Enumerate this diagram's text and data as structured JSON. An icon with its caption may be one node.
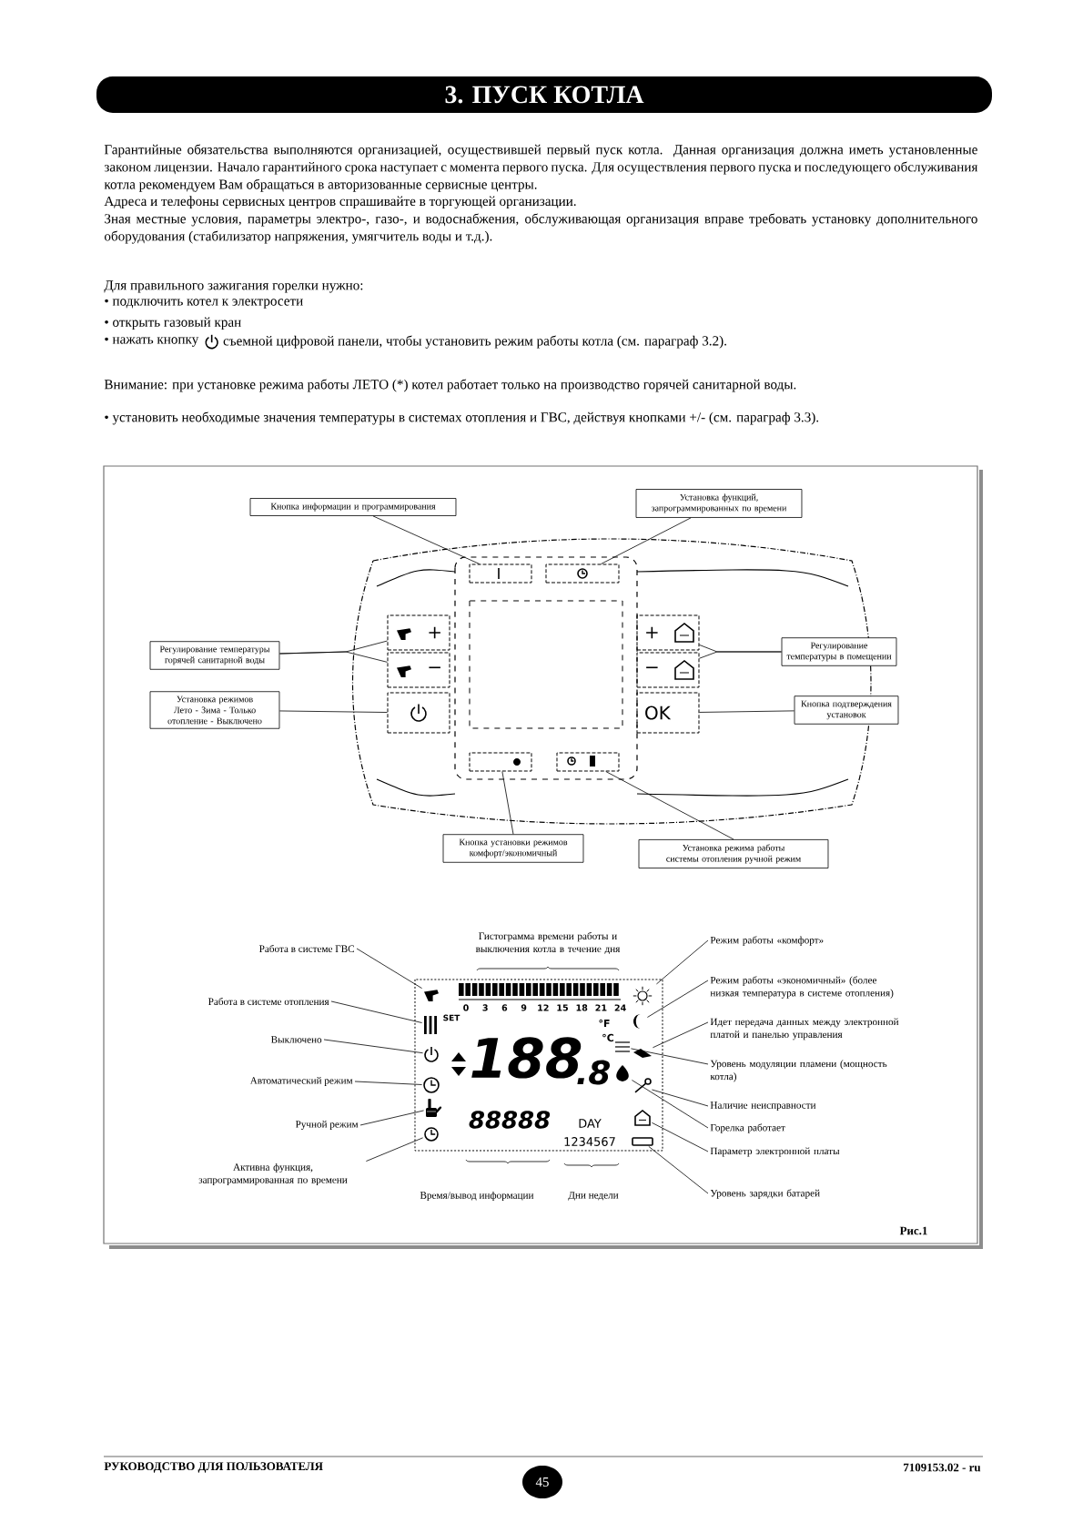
{
  "diagram": {
    "title": "3. ПУСК КОТЛА",
    "nodes": [
      {
        "text": [
          "Кнопка информации и программирования"
        ]
      },
      {
        "text": [
          "Установка функций, запрограммированных по времени"
        ]
      },
      {
        "text": [
          "Регулирование температуры горячей санитарной воды"
        ]
      },
      {
        "text": [
          "Установка режимов Лето - Зима - Только отопление - Выключено"
        ]
      },
      {
        "text": [
          "Регулирование температуры в помещении"
        ]
      },
      {
        "text": [
          "Кнопка подтверждения установок"
        ]
      },
      {
        "text": [
          "Кнопка установки режимов комфорт/экономичный"
        ]
      },
      {
        "text": [
          "Установка режима работы системы отопления ручной режим"
        ]
      },
      {
        "text": [
          "Работа в системе ГВС"
        ]
      },
      {
        "text": [
          "Работа в системе отопления"
        ]
      },
      {
        "text": [
          "Выключено"
        ]
      },
      {
        "text": [
          "Автоматический режим"
        ]
      },
      {
        "text": [
          "Ручной режим"
        ]
      },
      {
        "text": [
          "Активна функция, запрограммированная по времени"
        ]
      },
      {
        "text": [
          "Режим работы «комфорт»"
        ]
      },
      {
        "text": [
          "Режим работы «экономичный» (более низкая температура в системе отопления)"
        ]
      },
      {
        "text": [
          "Идет передача данных между электронной платой и панелью управления"
        ]
      },
      {
        "text": [
          "Уровень модуляции пламени (мощность котла)"
        ]
      },
      {
        "text": [
          "Наличие неисправности"
        ]
      },
      {
        "text": [
          "Горелка работает"
        ]
      },
      {
        "text": [
          "Параметр электронной платы"
        ]
      },
      {
        "text": [
          "Уровень зарядки батарей"
        ]
      },
      {
        "text": [],
        "shape": "box"
      },
      {
        "text": [],
        "shape": "box"
      },
      {
        "text": [
          "+"
        ]
      },
      {
        "text": [
          "+"
        ]
      },
      {
        "text": [
          "−"
        ]
      },
      {
        "text": [
          "−"
        ]
      },
      {
        "text": [],
        "shape": "box"
      },
      {
        "text": [
          "OK"
        ]
      },
      {
        "text": [],
        "shape": "box"
      },
      {
        "text": [],
        "shape": "box"
      },
      {
        "text": [],
        "shape": "picture"
      },
      {
        "text": [],
        "shape": "picture"
      },
      {
        "text": [],
        "shape": "picture"
      },
      {
        "text": [],
        "shape": "picture"
      },
      {
        "text": [],
        "shape": "picture"
      },
      {
        "text": [],
        "shape": "picture"
      },
      {
        "text": [],
        "shape": "picture"
      },
      {
        "text": [],
        "shape": "picture"
      },
      {
        "text": [],
        "shape": "picture"
      },
      {
        "text": [],
        "shape": "picture"
      },
      {
        "text": [],
        "shape": "picture"
      },
      {
        "text": [],
        "shape": "picture"
      },
      {
        "text": [],
        "shape": "picture"
      },
      {
        "text": [],
        "shape": "box"
      }
    ],
    "edges": [
      {
        "from": 0,
        "to": 22,
        "arrow": "none"
      },
      {
        "from": 1,
        "to": 23,
        "arrow": "none"
      },
      {
        "from": 2,
        "to": 24,
        "arrow": "none"
      },
      {
        "from": 2,
        "to": 26,
        "arrow": "none"
      },
      {
        "from": 3,
        "to": 28,
        "arrow": "none"
      },
      {
        "from": 4,
        "to": 25,
        "arrow": "none"
      },
      {
        "from": 4,
        "to": 27,
        "arrow": "none"
      },
      {
        "from": 5,
        "to": 29,
        "arrow": "none"
      },
      {
        "from": 6,
        "to": 30,
        "arrow": "none"
      },
      {
        "from": 7,
        "to": 31,
        "arrow": "none"
      },
      {
        "from": 8,
        "to": 32,
        "arrow": "none"
      },
      {
        "from": 9,
        "to": 33,
        "arrow": "none"
      },
      {
        "from": 10,
        "to": 34,
        "arrow": "none"
      },
      {
        "from": 11,
        "to": 35,
        "arrow": "none"
      },
      {
        "from": 12,
        "to": 36,
        "arrow": "none"
      },
      {
        "from": 13,
        "to": 37,
        "arrow": "none"
      },
      {
        "from": 14,
        "to": 38,
        "arrow": "none"
      },
      {
        "from": 15,
        "to": 39,
        "arrow": "none"
      },
      {
        "from": 16,
        "to": 40,
        "arrow": "none"
      },
      {
        "from": 17,
        "to": 41,
        "arrow": "none"
      },
      {
        "from": 18,
        "to": 42,
        "arrow": "none"
      },
      {
        "from": 19,
        "to": 43,
        "arrow": "none"
      },
      {
        "from": 20,
        "to": 44,
        "arrow": "none"
      },
      {
        "from": 21,
        "to": 45,
        "arrow": "none"
      }
    ],
    "labels": [
      "Гарантийные обязательства выполняются организацией, осуществившей первый пуск котла. Данная организация должна иметь установленные законом лицензии. Начало гарантийного срока наступает с момента первого пуска. Для осуществления первого пуска и последующего обслуживания котла рекомендуем Вам обращаться в авторизованные сервисные центры.",
      "Адреса и телефоны сервисных центров спрашивайте в торгующей организации.",
      "Зная местные условия, параметры электро-, газо-, и водоснабжения, обслуживающая организация вправе требовать установку дополнительного оборудования (стабилизатор напряжения, умягчитель воды и т.д.).",
      "Для правильного зажигания горелки нужно:",
      "• подключить котел к электросети",
      "• открыть газовый кран",
      "• нажать кнопку",
      "съемной цифровой панели, чтобы установить режим работы котла (см. параграф 3.2).",
      "Внимание: при установке режима работы ЛЕТО (*) котел работает только на производство горячей санитарной воды.",
      "• установить необходимые значения температуры в системах отопления и ГВС, действуя кнопками +/- (см. параграф 3.3).",
      "Гистограмма времени работы и выключения котла в течение дня",
      "0",
      "3",
      "6",
      "9",
      "12",
      "15",
      "18",
      "21",
      "24",
      "SET",
      "188",
      ".8",
      "°F",
      "°C",
      "88888",
      "DAY",
      "1234567",
      "Время/вывод информации",
      "Дни недели",
      "Рис.1",
      "РУКОВОДСТВО ДЛЯ ПОЛЬЗОВАТЕЛЯ",
      "45",
      "7109153.02 - ru"
    ]
  }
}
